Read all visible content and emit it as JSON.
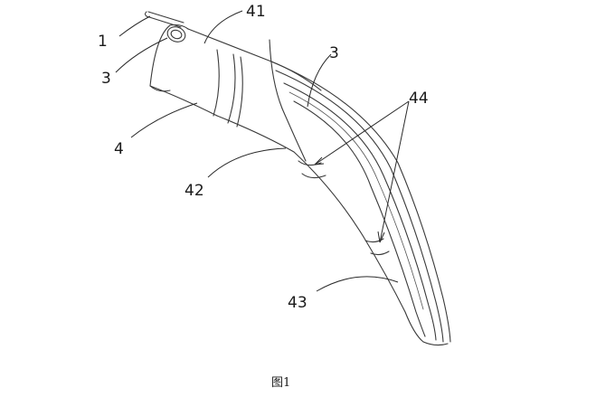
{
  "figure": {
    "caption": "图1"
  },
  "labels": {
    "l1": "1",
    "l3_top": "3",
    "l41": "41",
    "l3_left": "3",
    "l44": "44",
    "l4": "4",
    "l42": "42",
    "l43": "43"
  },
  "colors": {
    "line": "#3a3a3a",
    "background": "#ffffff"
  }
}
